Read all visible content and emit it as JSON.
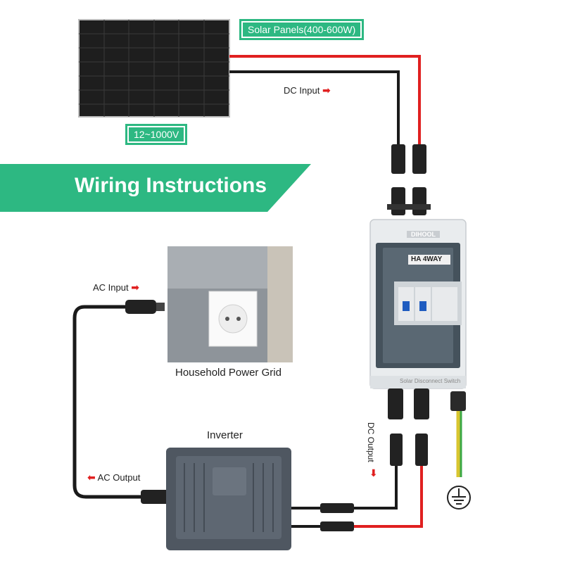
{
  "solar_panel": {
    "tag": "Solar Panels(400-600W)",
    "voltage_tag": "12~1000V"
  },
  "banner": {
    "title": "Wiring Instructions"
  },
  "labels": {
    "dc_input": "DC Input",
    "ac_input": "AC Input",
    "household_grid": "Household Power Grid",
    "inverter": "Inverter",
    "ac_output": "AC Output",
    "dc_output": "DC Output"
  },
  "switch_box": {
    "brand": "DIHOOL",
    "model": "HA 4WAY",
    "footer": "Solar Disconnect Switch"
  },
  "arrows": {
    "right": "➡",
    "left": "⬅",
    "down": "⬇"
  },
  "colors": {
    "accent_green": "#2db882",
    "positive_wire": "#e02020",
    "negative_wire": "#1a1a1a",
    "ground_wire": "#d8c530"
  }
}
